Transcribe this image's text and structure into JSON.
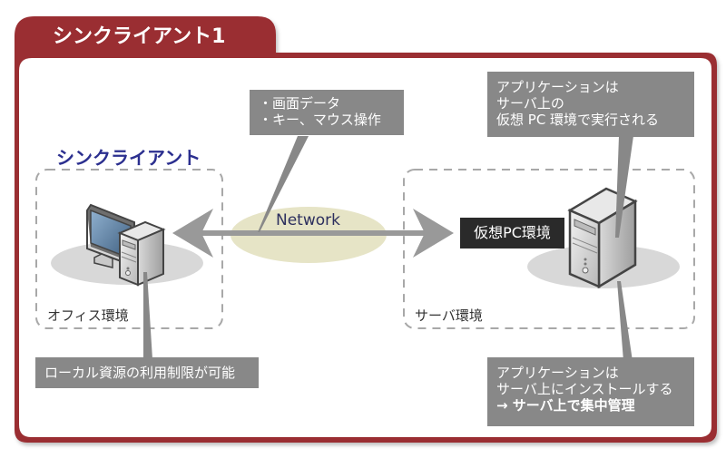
{
  "title": "シンクライアント1",
  "colors": {
    "frame": "#9a2f33",
    "callout": "#888888",
    "heading": "#2b2f8f",
    "network_ellipse": "#e6e4c6",
    "vpc_box": "#2a2a2a",
    "arrow": "#999999"
  },
  "client": {
    "heading": "シンクライアント",
    "zone_label": "オフィス環境",
    "callout": "ローカル資源の利用制限が可能",
    "icon": "desktop-pc-icon"
  },
  "network": {
    "label": "Network",
    "callout_lines": [
      "・画面データ",
      "・キー、マウス操作"
    ]
  },
  "server": {
    "zone_label": "サーバ環境",
    "vpc_label": "仮想PC環境",
    "icon": "server-tower-icon",
    "callout_top_lines": [
      "アプリケーションは",
      "サーバ上の",
      "仮想 PC 環境で実行される"
    ],
    "callout_bottom_lines": [
      "アプリケーションは",
      "サーバ上にインストールする"
    ],
    "callout_bottom_emphasis": " → サーバ上で集中管理"
  }
}
